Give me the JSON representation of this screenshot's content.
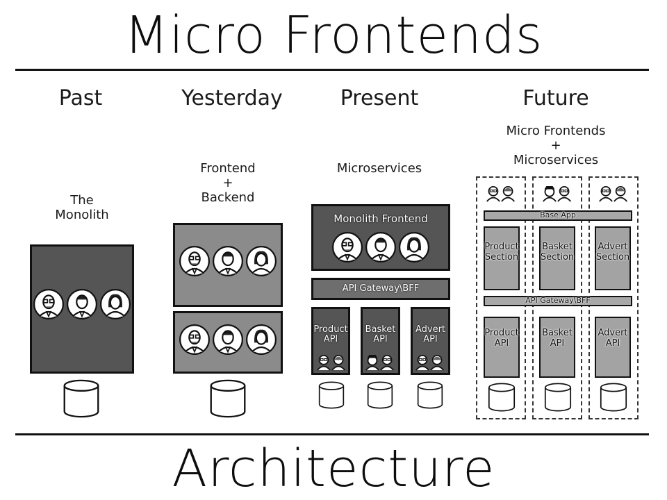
{
  "title": "Micro Frontends",
  "footer": "Architecture",
  "eras": [
    {
      "name": "Past",
      "subtitle_lines": [
        "The",
        "Monolith"
      ]
    },
    {
      "name": "Yesterday",
      "subtitle_lines": [
        "Frontend",
        "+",
        "Backend"
      ]
    },
    {
      "name": "Present",
      "subtitle_lines": [
        "Microservices"
      ]
    },
    {
      "name": "Future",
      "subtitle_lines": [
        "Micro Frontends",
        "+",
        "Microservices"
      ]
    }
  ],
  "present": {
    "frontend_label": "Monolith Frontend",
    "gateway_label": "API Gateway\\BFF",
    "apis": [
      {
        "line1": "Product",
        "line2": "API"
      },
      {
        "line1": "Basket",
        "line2": "API"
      },
      {
        "line1": "Advert",
        "line2": "API"
      }
    ]
  },
  "future": {
    "base_app_label": "Base App",
    "gateway_label": "API Gateway\\BFF",
    "sections": [
      {
        "line1": "Product",
        "line2": "Section"
      },
      {
        "line1": "Basket",
        "line2": "Section"
      },
      {
        "line1": "Advert",
        "line2": "Section"
      }
    ],
    "apis": [
      {
        "line1": "Product",
        "line2": "API"
      },
      {
        "line1": "Basket",
        "line2": "API"
      },
      {
        "line1": "Advert",
        "line2": "API"
      }
    ]
  },
  "icons": {
    "team": "team-people-icon",
    "database": "database-icon",
    "person": "person-icon"
  }
}
